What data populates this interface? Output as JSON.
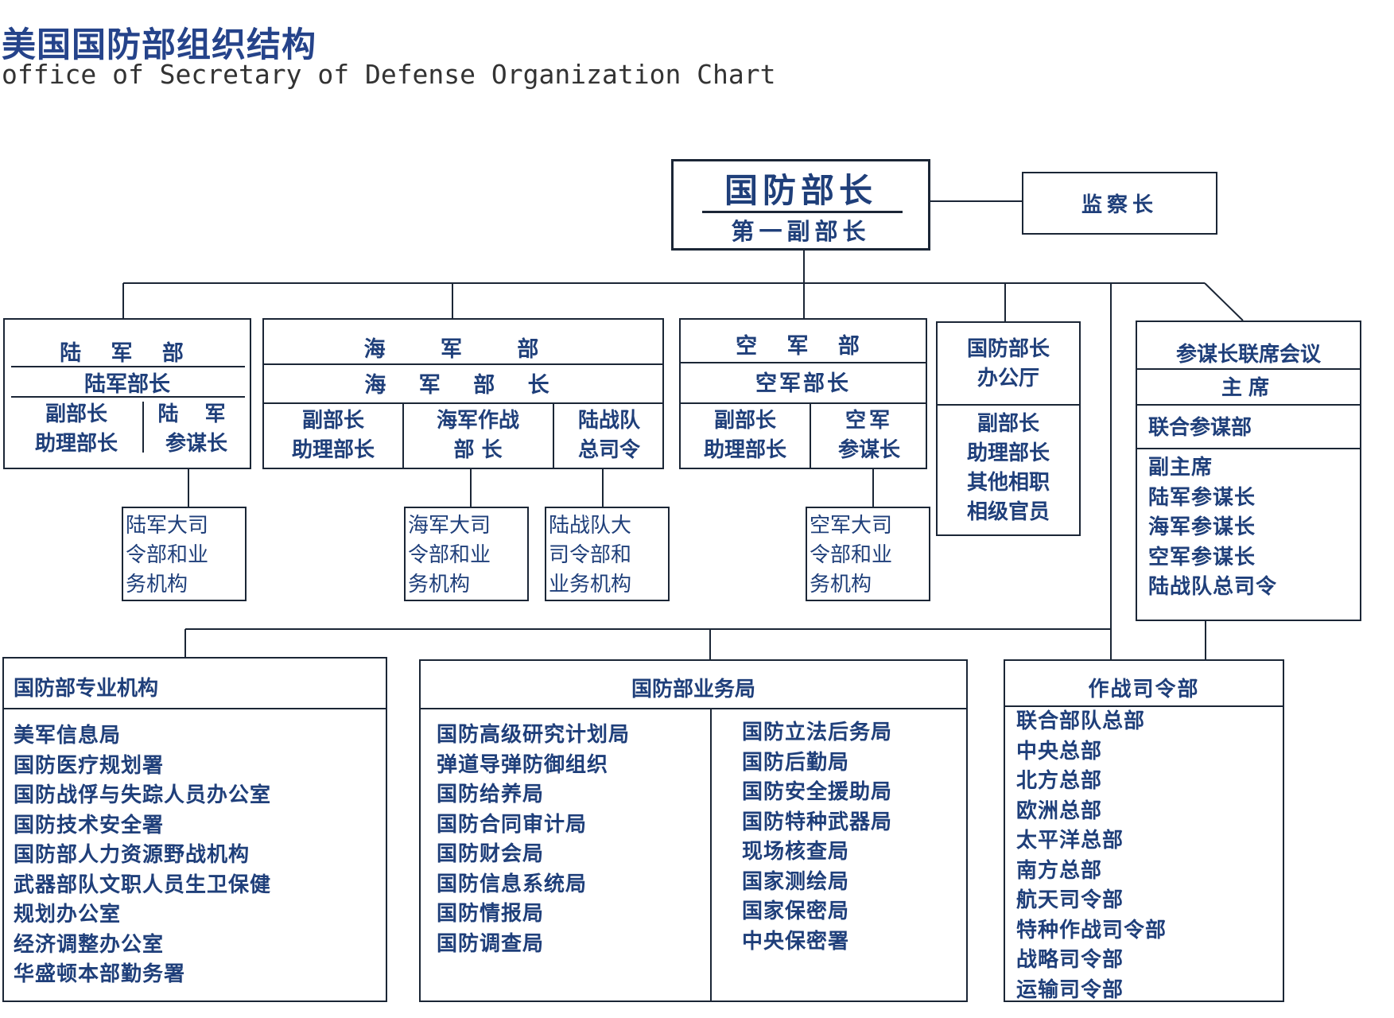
{
  "title": {
    "cn": "美国国防部组织结构",
    "en": "office of Secretary of Defense Organization Chart"
  },
  "secretary": {
    "top": "国防部长",
    "bottom": "第一副部长"
  },
  "inspector": "监察长",
  "army": {
    "header": "陆 军 部",
    "head": "陆军部长",
    "left": [
      "副部长",
      "助理部长"
    ],
    "right": [
      "陆 军",
      "参谋长"
    ],
    "sub": [
      "陆军大司",
      "令部和业",
      "务机构"
    ]
  },
  "navy": {
    "header": "海 军 部",
    "head": "海 军 部 长",
    "col1": [
      "副部长",
      "助理部长"
    ],
    "col2": [
      "海军作战",
      "部 长"
    ],
    "col3": [
      "陆战队",
      "总司令"
    ],
    "sub1": [
      "海军大司",
      "令部和业",
      "务机构"
    ],
    "sub2": [
      "陆战队大",
      "司令部和",
      "业务机构"
    ]
  },
  "airforce": {
    "header": "空 军 部",
    "head": "空军部长",
    "left": [
      "副部长",
      "助理部长"
    ],
    "right": [
      "空军",
      "参谋长"
    ],
    "sub": [
      "空军大司",
      "令部和业",
      "务机构"
    ]
  },
  "secdef_office": {
    "header": [
      "国防部长",
      "办公厅"
    ],
    "items": [
      "副部长",
      "助理部长",
      "其他相职",
      "相级官员"
    ]
  },
  "jcs": {
    "header": "参谋长联席会议",
    "chair": "主席",
    "staff": "联合参谋部",
    "items": [
      "副主席",
      "陆军参谋长",
      "海军参谋长",
      "空军参谋长",
      "陆战队总司令"
    ]
  },
  "agencies": {
    "header": "国防部专业机构",
    "items": [
      "美军信息局",
      "国防医疗规划署",
      "国防战俘与失踪人员办公室",
      "国防技术安全署",
      "国防部人力资源野战机构",
      "武器部队文职人员生卫保健",
      "规划办公室",
      "经济调整办公室",
      "华盛顿本部勤务署"
    ]
  },
  "field": {
    "header": "国防部业务局",
    "left": [
      "国防高级研究计划局",
      "弹道导弹防御组织",
      "国防给养局",
      "国防合同审计局",
      "国防财会局",
      "国防信息系统局",
      "国防情报局",
      "国防调查局"
    ],
    "right": [
      "国防立法后务局",
      "国防后勤局",
      "国防安全援助局",
      "国防特种武器局",
      "现场核查局",
      "国家测绘局",
      "国家保密局",
      "中央保密署"
    ]
  },
  "commands": {
    "header": "作战司令部",
    "items": [
      "联合部队总部",
      "中央总部",
      "北方总部",
      "欧洲总部",
      "太平洋总部",
      "南方总部",
      "航天司令部",
      "特种作战司令部",
      "战略司令部",
      "运输司令部"
    ]
  }
}
